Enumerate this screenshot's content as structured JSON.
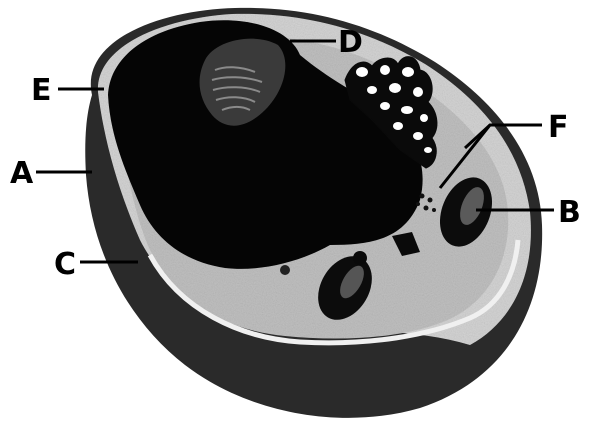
{
  "diagram": {
    "labels": {
      "A": "A",
      "B": "B",
      "C": "C",
      "D": "D",
      "E": "E",
      "F": "F"
    }
  },
  "colors": {
    "background": "#ffffff",
    "ink": "#000000",
    "cell_wall": "#2a2a2a",
    "cytoplasm": "#c4c4c4",
    "membrane_rim": "#d4d4d4"
  }
}
